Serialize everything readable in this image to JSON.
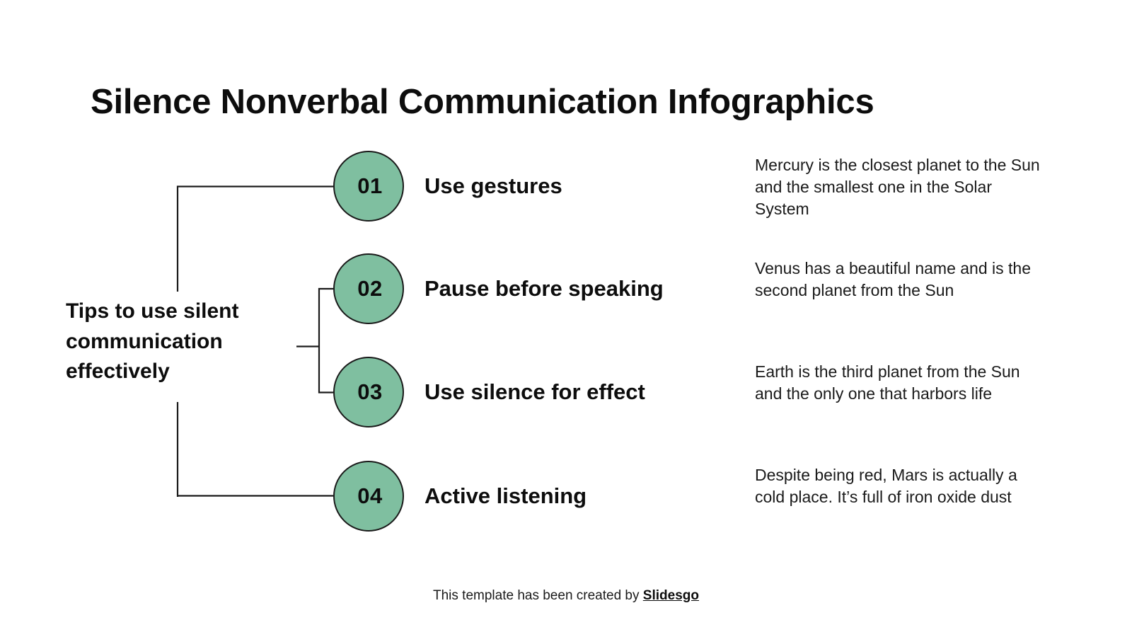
{
  "slide": {
    "title": "Silence Nonverbal Communication Infographics",
    "background_color": "#ffffff",
    "accent_color": "#7fbfa0",
    "outline_color": "#1a1a1a",
    "text_color": "#0d0d0d"
  },
  "root": {
    "label": "Tips to use silent communication effectively"
  },
  "steps": [
    {
      "number": "01",
      "label": "Use gestures",
      "description": "Mercury is the closest planet to the Sun and the smallest one in the Solar System"
    },
    {
      "number": "02",
      "label": "Pause before speaking",
      "description": "Venus has a beautiful name and is the second planet from the Sun"
    },
    {
      "number": "03",
      "label": "Use silence for effect",
      "description": "Earth is the third planet from the Sun and the only one that harbors life"
    },
    {
      "number": "04",
      "label": "Active listening",
      "description": "Despite being red, Mars is actually a cold place. It’s full of iron oxide dust"
    }
  ],
  "footer": {
    "text": "This template has been created by ",
    "brand": "Slidesgo"
  }
}
